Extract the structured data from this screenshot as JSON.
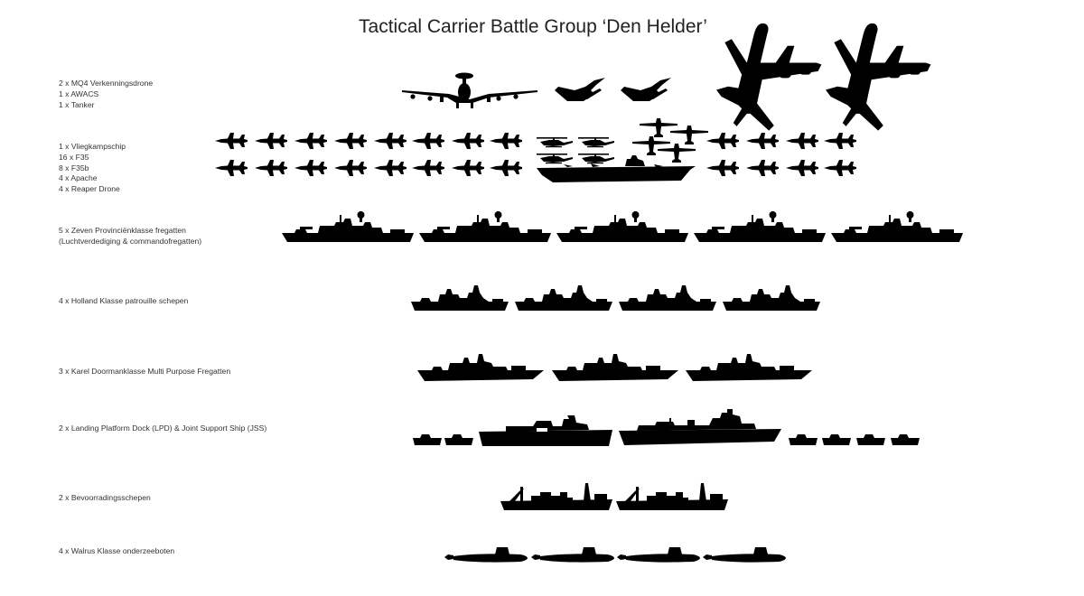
{
  "title": "Tactical Carrier Battle Group ‘Den Helder’",
  "colors": {
    "silhouette": "#000000",
    "text": "#333333",
    "background": "#ffffff"
  },
  "groups": [
    {
      "id": "air",
      "lines": [
        "2 x MQ4 Verkenningsdrone",
        "1 x AWACS",
        "1 x Tanker"
      ],
      "icons": [
        "awacs-icon",
        "mq4-drone-icon",
        "mq4-drone-icon",
        "tanker-aircraft-icon",
        "tanker-aircraft-icon"
      ]
    },
    {
      "id": "carrier",
      "lines": [
        "1 x Vliegkampschip",
        "16 x F35",
        "8 x F35b",
        "4 x Apache",
        "4 x Reaper Drone"
      ],
      "icons": [
        "f35-icon",
        "apache-helicopter-icon",
        "reaper-drone-icon",
        "aircraft-carrier-icon"
      ]
    },
    {
      "id": "zeven",
      "lines": [
        "5 x Zeven Provinciënklasse fregatten",
        "(Luchtverdediging & commandofregatten)"
      ],
      "icons": [
        "frigate-icon"
      ]
    },
    {
      "id": "holland",
      "lines": [
        "4 x Holland Klasse patrouille schepen"
      ],
      "icons": [
        "patrol-ship-icon"
      ]
    },
    {
      "id": "karel",
      "lines": [
        "3 x Karel Doormanklasse Multi Purpose Fregatten"
      ],
      "icons": [
        "multipurpose-frigate-icon"
      ]
    },
    {
      "id": "lpd",
      "lines": [
        "2 x Landing Platform Dock (LPD) & Joint Support Ship (JSS)"
      ],
      "icons": [
        "landing-craft-icon",
        "lpd-ship-icon",
        "jss-ship-icon"
      ]
    },
    {
      "id": "supply",
      "lines": [
        "2 x Bevoorradingsschepen"
      ],
      "icons": [
        "supply-ship-icon"
      ]
    },
    {
      "id": "subs",
      "lines": [
        "4 x Walrus Klasse onderzeeboten"
      ],
      "icons": [
        "submarine-icon"
      ]
    }
  ]
}
